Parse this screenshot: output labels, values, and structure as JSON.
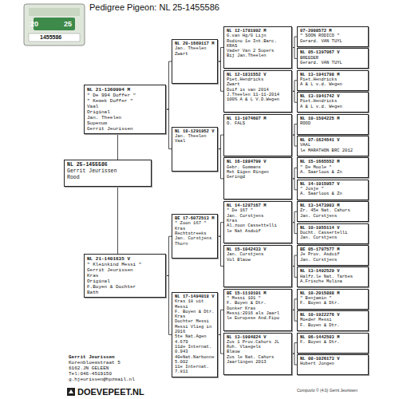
{
  "diagram": {
    "title": "Pedigree Pigeon: NL 25-1455586",
    "nodes": [
      {
        "text": [
          "NL 20-1669117 M",
          "Jan. Theelen",
          "Zwart"
        ]
      },
      {
        "text": [
          "NL 12-1781992 M",
          "G.van Hg/G Lijn",
          "Rodino 1e Int.Barc.",
          "KRAS",
          "Vader Van 2 Supers",
          "Bij Jan.Theelen"
        ]
      },
      {
        "text": [
          "07-2008572 M",
          "\" SOON RODICO \"",
          "Gerard. VAN TUYL"
        ]
      },
      {
        "text": [
          "NL 05-1397067 V",
          "BREEDER",
          "Gerard. VAN TUYL"
        ]
      },
      {
        "text": [
          "NL 21-1360994 M",
          "\" De 994 Doffer \"",
          "\" Kemek Doffer \"",
          "Vaal",
          "Original",
          "Jan. Theelen",
          "Supenum",
          "Gerrit Jeurissen"
        ]
      },
      {
        "text": [
          "NL 12-1831552 V",
          "Piet.Hendricks",
          "Zwart",
          "Duif is van 2014",
          "J.Theelen 11-11-2014",
          "100% A & L V.D.Wegen"
        ]
      },
      {
        "text": [
          "NL 13-1941798 M",
          "Piet.Hendricks",
          "A & L v.d. Wegen"
        ]
      },
      {
        "text": [
          "NL 13-1941742 V",
          "Piet.Hendricks",
          "A & L v.d. Wegen"
        ]
      },
      {
        "text": [
          "NL 18-1291952 V",
          "Jan. Theelen",
          "Vaal"
        ]
      },
      {
        "text": [
          "NL 13-1074607 M",
          "O. FALS"
        ]
      },
      {
        "text": [
          "NL 10-1504225 M",
          "ROOD"
        ]
      },
      {
        "text": [
          "NL 07-1624541 V",
          "VAAL",
          "le MARATHON BRC 2012"
        ]
      },
      {
        "text": [
          "NL 25-1455586",
          "Gerrit Jeurissen",
          "Rood"
        ]
      },
      {
        "text": [
          "NL 16-1884799 V",
          "Gebr. Gommans",
          "Met Eigen Ringen Geringd"
        ]
      },
      {
        "text": [
          "NL 15-1665552 M",
          "\" De Moole \"",
          "A. Saarloos & Zn"
        ]
      },
      {
        "text": [
          "NL 14-1015957 V",
          "\" Josje \"",
          "A. Saarloos & Zn"
        ]
      },
      {
        "text": [
          "BE 17-6072513 M",
          "\" Zoon 167 \"",
          "Kras",
          "Rechtstreeks",
          "Jan. Corstjens",
          "Thorn"
        ]
      },
      {
        "text": [
          "NL 14-1287167 M",
          "\" De 167 \"",
          "Jan. Corstjens",
          "Kras",
          "Al.zoon Cassettelli",
          "le Nat Asduif"
        ]
      },
      {
        "text": [
          "NL 13-1473903 M",
          "Zr. 45e Nat. Cahors",
          "Jan. Corstjens"
        ]
      },
      {
        "text": [
          "NL 10-1955114 V",
          "Docht. Cassertelli",
          "Jan. Corstjens"
        ]
      },
      {
        "text": [
          "NL 15-1042433 V",
          "Jan. Corstjens",
          "Vol Blauw"
        ]
      },
      {
        "text": [
          "BE 05-1707577 M",
          "Je Prov. Asduif",
          "Jan. Corstjens"
        ]
      },
      {
        "text": [
          "NL 13-1492529 V",
          "Halfz.le Nat. Tarbes",
          "A.Frische Molina"
        ]
      },
      {
        "text": [
          "NL 21-1401635 V",
          "\" Kleinkind Messi \"",
          "Gerrit Jeurissen",
          "Kras",
          "Original",
          "F.Boyen & Dochter",
          "Bath"
        ]
      },
      {
        "text": [
          "NL 17-1494018 V",
          "Kras 18 uit Messi",
          "F. Boyen & Dtr.",
          "Kras",
          "Dochter Messi",
          "Messi Vlieg in 2016",
          "5te Nat.Agen 4.679",
          "11de Internat. 0.943",
          "40eNat.Narbonne 5.002",
          "11e Internat. 7.811"
        ]
      },
      {
        "text": [
          "BE 15-1110101 M",
          "\" Messi 101 \"",
          "F. Boyen & Dtr.",
          "Donker Kras",
          "Messi:2016 als Jaarl",
          "le Europese And.Fipo"
        ]
      },
      {
        "text": [
          "NL 10-2015888 M",
          "\" Benjamin \"",
          "F. Boyen & Dtr."
        ]
      },
      {
        "text": [
          "NL 10-1922276 V",
          "Moeder Messi",
          "F. Boyen & Dtr."
        ]
      },
      {
        "text": [
          "NL 13-1984824 V",
          "Zus 1 Prov.Cahors JL",
          "Ruh. Vlaegels",
          "Blauw",
          "Zus le Nat. Cahors Jaarlingen 2013"
        ]
      },
      {
        "text": [
          "NL 06-1442503 M",
          "F. Boyen & Dtr."
        ]
      },
      {
        "text": [
          "NL 08-1026173 V",
          "Hubert Jongen"
        ]
      }
    ],
    "edges": [
      {
        "from": 12,
        "to": 4,
        "arrow": "none"
      },
      {
        "from": 12,
        "to": 23,
        "arrow": "none"
      },
      {
        "from": 4,
        "to": 0,
        "arrow": "none"
      },
      {
        "from": 4,
        "to": 8,
        "arrow": "none"
      },
      {
        "from": 23,
        "to": 16,
        "arrow": "none"
      },
      {
        "from": 23,
        "to": 24,
        "arrow": "none"
      },
      {
        "from": 0,
        "to": 1,
        "arrow": "none"
      },
      {
        "from": 0,
        "to": 5,
        "arrow": "none"
      },
      {
        "from": 8,
        "to": 9,
        "arrow": "none"
      },
      {
        "from": 8,
        "to": 13,
        "arrow": "none"
      },
      {
        "from": 16,
        "to": 17,
        "arrow": "none"
      },
      {
        "from": 16,
        "to": 20,
        "arrow": "none"
      },
      {
        "from": 24,
        "to": 25,
        "arrow": "none"
      },
      {
        "from": 24,
        "to": 28,
        "arrow": "none"
      },
      {
        "from": 1,
        "to": 2,
        "arrow": "none"
      },
      {
        "from": 1,
        "to": 3,
        "arrow": "none"
      },
      {
        "from": 5,
        "to": 6,
        "arrow": "none"
      },
      {
        "from": 5,
        "to": 7,
        "arrow": "none"
      },
      {
        "from": 9,
        "to": 10,
        "arrow": "none"
      },
      {
        "from": 9,
        "to": 11,
        "arrow": "none"
      },
      {
        "from": 13,
        "to": 14,
        "arrow": "none"
      },
      {
        "from": 13,
        "to": 15,
        "arrow": "none"
      },
      {
        "from": 17,
        "to": 18,
        "arrow": "none"
      },
      {
        "from": 17,
        "to": 19,
        "arrow": "none"
      },
      {
        "from": 20,
        "to": 21,
        "arrow": "none"
      },
      {
        "from": 20,
        "to": 22,
        "arrow": "none"
      },
      {
        "from": 25,
        "to": 26,
        "arrow": "none"
      },
      {
        "from": 25,
        "to": 27,
        "arrow": "none"
      },
      {
        "from": 28,
        "to": 29,
        "arrow": "none"
      },
      {
        "from": 28,
        "to": 30,
        "arrow": "none"
      }
    ],
    "labels": [
      "20",
      "25",
      "1455586",
      "Gerrit Jeurissen",
      "Korenbloemstraat 5",
      "6162.JN GELEEN",
      "Tel:046-4519150",
      "g.hjeurissen@hpzmail.nl",
      "DOEVEPEET.NL",
      "Compuvlo © (4.0) Gerrit Jeurissen"
    ]
  }
}
